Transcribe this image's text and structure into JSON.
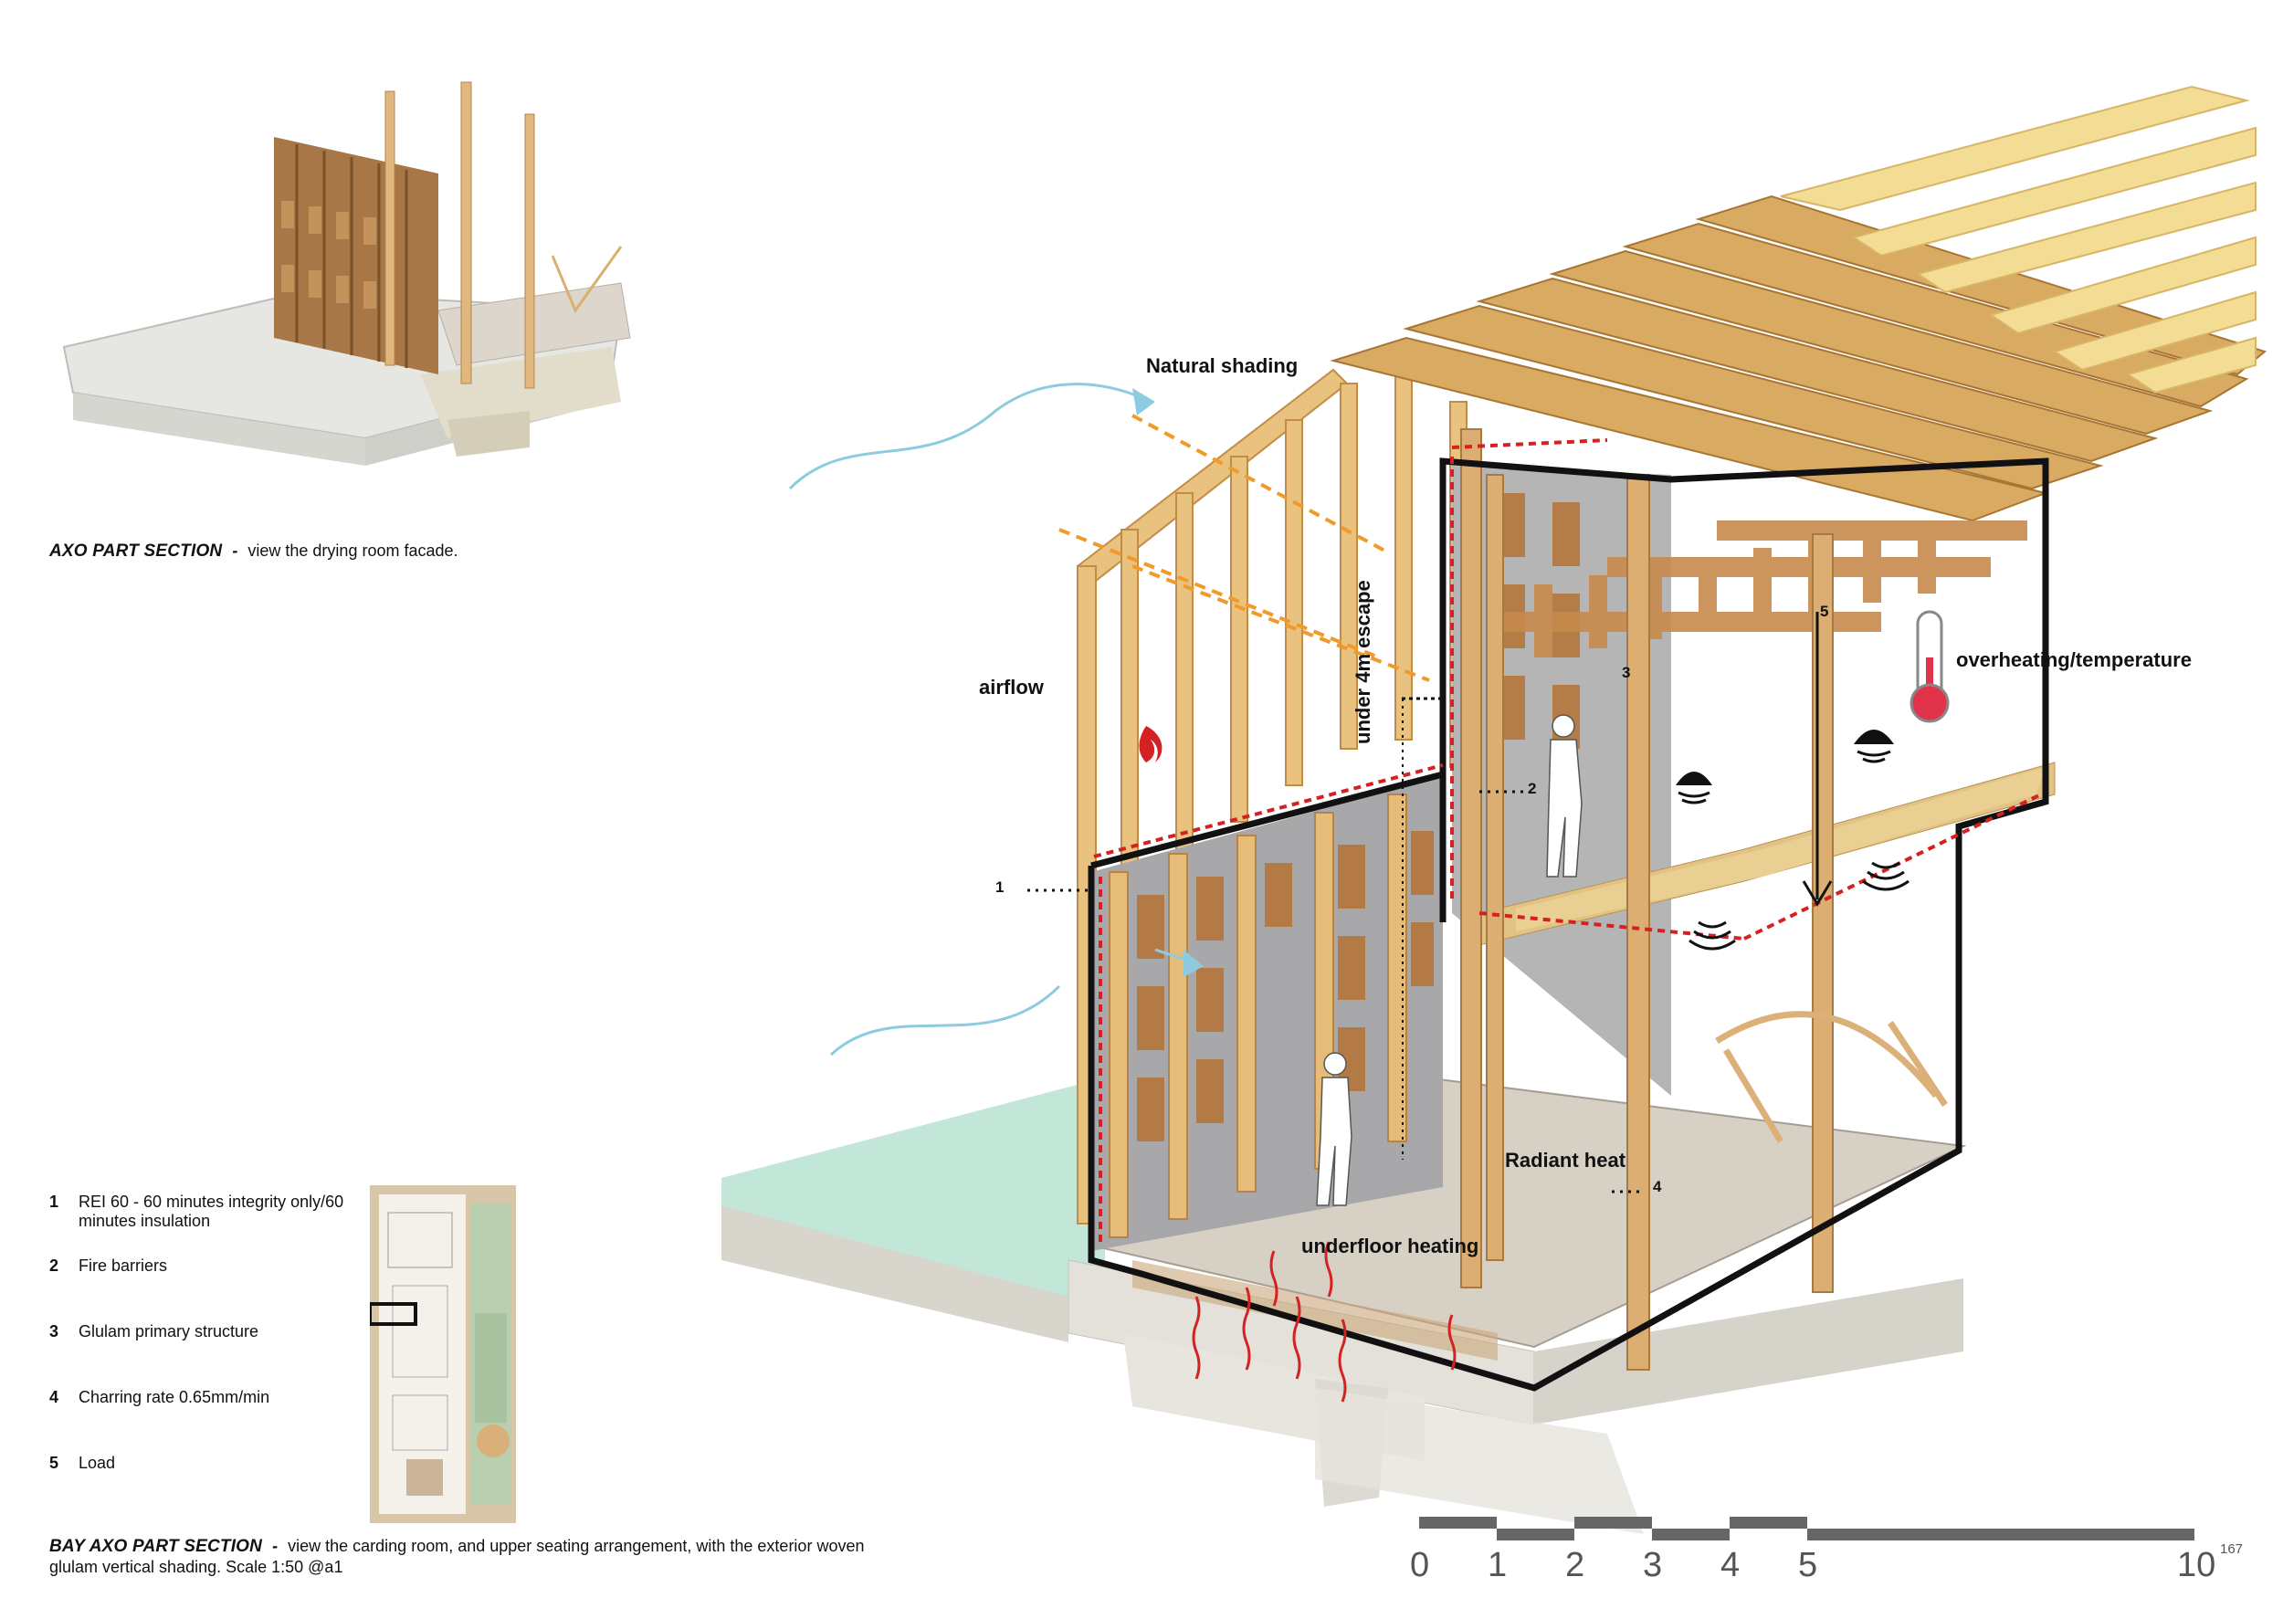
{
  "captions": {
    "axo_title": "AXO PART SECTION",
    "axo_dash": "-",
    "axo_desc": "view the drying room facade.",
    "bay_title": "BAY AXO PART SECTION",
    "bay_dash": "-",
    "bay_desc_line1": "view the carding room, and upper seating arrangement, with the exterior woven",
    "bay_desc_line2": "glulam vertical shading.  Scale 1:50 @a1"
  },
  "annotations": {
    "natural_shading": "Natural shading",
    "airflow": "airflow",
    "escape": "under 4m escape",
    "overheating": "overheating/temperature",
    "radiant_heat": "Radiant heat",
    "underfloor_heating": "underfloor heating"
  },
  "markers": {
    "m1": "1",
    "m2": "2",
    "m3": "3",
    "m4": "4",
    "m5": "5"
  },
  "legend": [
    {
      "num": "1",
      "text": "REI 60 - 60 minutes integrity only/60 minutes insulation"
    },
    {
      "num": "2",
      "text": "Fire barriers"
    },
    {
      "num": "3",
      "text": "Glulam primary structure"
    },
    {
      "num": "4",
      "text": "Charring rate 0.65mm/min"
    },
    {
      "num": "5",
      "text": "Load"
    }
  ],
  "scale_bar": {
    "labels": [
      "0",
      "1",
      "2",
      "3",
      "4",
      "5",
      "10"
    ]
  },
  "page_number": "167",
  "colors": {
    "timber": "#e8c07a",
    "timber_dark": "#c9974a",
    "slab": "#d9d9d4",
    "gravel": "#cfc8bd",
    "water": "#bfe3d6",
    "section_line": "#111111",
    "fire_line": "#d42222",
    "airflow": "#8ccbe0",
    "shading_arrow": "#f09a2a",
    "scale_bar": "#666666"
  }
}
